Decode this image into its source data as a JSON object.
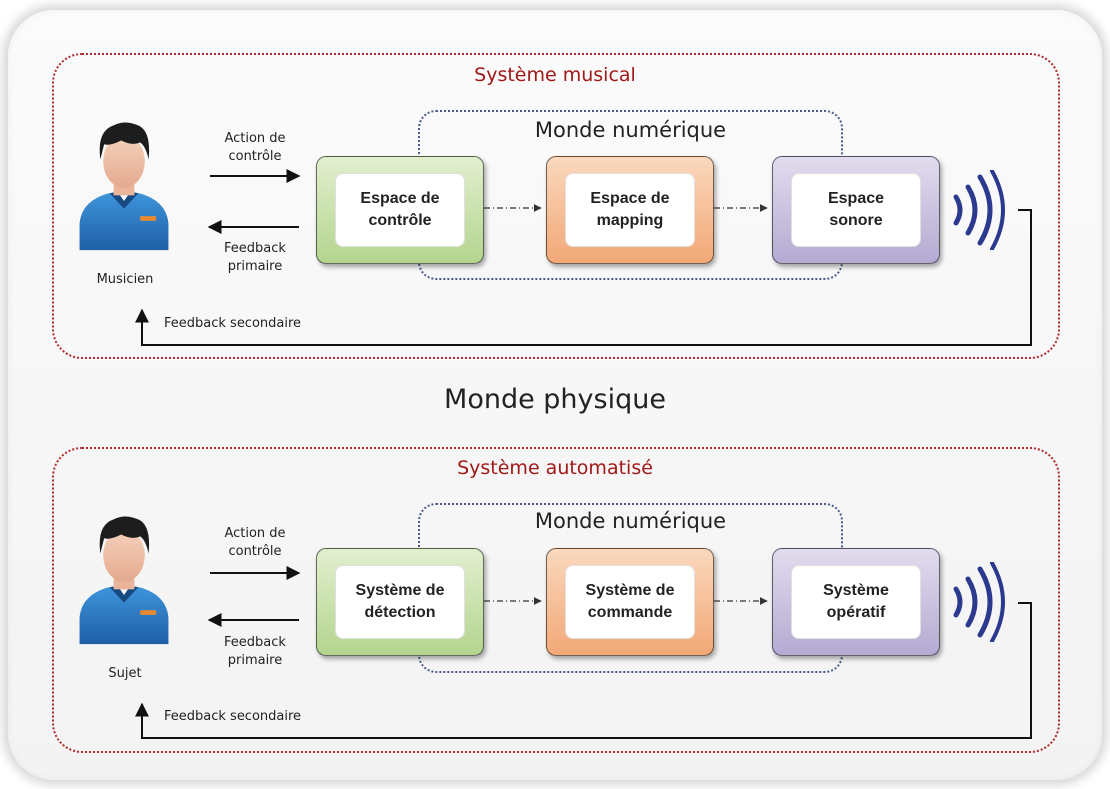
{
  "physical_world": "Monde physique",
  "systems": [
    {
      "title": "Système musical",
      "digital_world": "Monde numérique",
      "actor": "Musicien",
      "control_action": "Action de\ncontrôle",
      "primary_feedback": "Feedback\nprimaire",
      "secondary_feedback": "Feedback secondaire",
      "blocks": [
        "Espace de\ncontrôle",
        "Espace de\nmapping",
        "Espace\nsonore"
      ]
    },
    {
      "title": "Système automatisé",
      "digital_world": "Monde numérique",
      "actor": "Sujet",
      "control_action": "Action de\ncontrôle",
      "primary_feedback": "Feedback\nprimaire",
      "secondary_feedback": "Feedback secondaire",
      "blocks": [
        "Système de\ndétection",
        "Système de\ncommande",
        "Système\nopératif"
      ]
    }
  ],
  "colors": {
    "system_border": "#b22a2a",
    "system_title": "#a01818",
    "digital_border": "#4a5a8a",
    "block_1": "#b4d48e",
    "block_2": "#f2a876",
    "block_3": "#b5aad2",
    "sound_waves": "#2b3a8f",
    "shirt": "#2d7fc8"
  }
}
